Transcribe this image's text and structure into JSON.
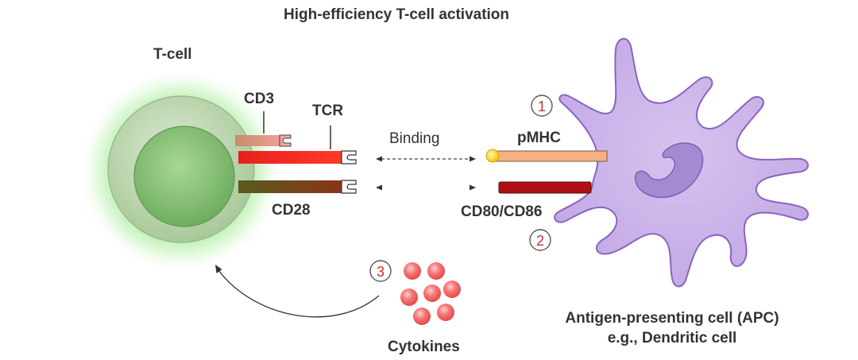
{
  "title": "High-efficiency T-cell activation",
  "labels": {
    "tcell": "T-cell",
    "cd3": "CD3",
    "tcr": "TCR",
    "cd28": "CD28",
    "binding": "Binding",
    "pmhc": "pMHC",
    "cd80_cd86": "CD80/CD86",
    "apc_line1": "Antigen-presenting cell (APC)",
    "apc_line2": "e.g., Dendritic cell",
    "cytokines": "Cytokines"
  },
  "steps": [
    "1",
    "2",
    "3"
  ],
  "colors": {
    "text": "#333333",
    "tcell_glow": "#7be06a",
    "tcell_body": "#b8d7a8",
    "tcell_nucleus": "#8fc47f",
    "tcr": "#e8201c",
    "cd3": "#e58a6e",
    "cd28": "#7a3a1a",
    "pmhc": "#f4b183",
    "cd80": "#b01015",
    "apc": "#c9b3e6",
    "apc_nucleus": "#a98ad6",
    "cytokine": "#f06a6a",
    "step_circle": "#d03030"
  }
}
